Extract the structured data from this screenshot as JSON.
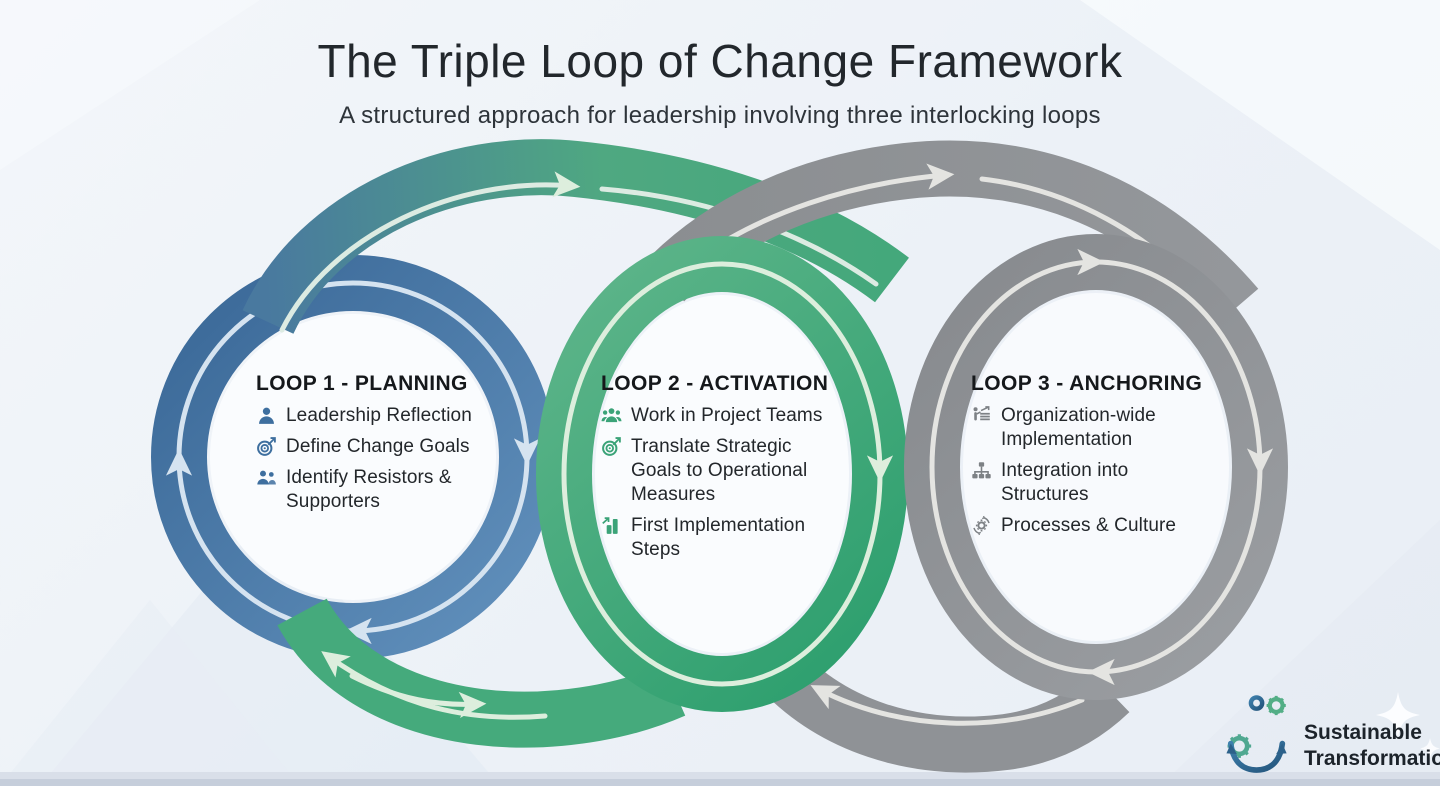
{
  "header": {
    "title": "The Triple Loop of Change Framework",
    "subtitle": "A structured approach for leadership involving three interlocking loops"
  },
  "loops": [
    {
      "title": "LOOP 1 - PLANNING",
      "accent": "#3e6f9f",
      "items": [
        {
          "icon": "user-icon",
          "lines": [
            "Leadership Reflection"
          ]
        },
        {
          "icon": "target-icon",
          "lines": [
            "Define Change Goals"
          ]
        },
        {
          "icon": "people-icon",
          "lines": [
            "Identify Resistors &",
            "Supporters"
          ]
        }
      ]
    },
    {
      "title": "LOOP 2 - ACTIVATION",
      "accent": "#3ba378",
      "items": [
        {
          "icon": "team-icon",
          "lines": [
            "Work in Project Teams"
          ]
        },
        {
          "icon": "target-icon",
          "lines": [
            "Translate Strategic",
            "Goals to Operational",
            "Measures"
          ]
        },
        {
          "icon": "bar-chart-icon",
          "lines": [
            "First Implementation",
            "Steps"
          ]
        }
      ]
    },
    {
      "title": "LOOP 3 - ANCHORING",
      "accent": "#7d8185",
      "items": [
        {
          "icon": "presenter-icon",
          "lines": [
            "Organization-wide",
            "Implementation"
          ]
        },
        {
          "icon": "sitemap-icon",
          "lines": [
            "Integration into",
            "Structures"
          ]
        },
        {
          "icon": "process-icon",
          "lines": [
            "Processes & Culture"
          ]
        }
      ]
    }
  ],
  "logo": {
    "name_line1": "Sustainable",
    "name_line2": "Transformation"
  },
  "colors": {
    "loop1_ring": "#44779f",
    "loop2_ring": "#3aa578",
    "loop3_ring": "#8f9296",
    "flow_line_blue": "#d5e3f0",
    "flow_line_green": "#ddeedd",
    "flow_line_gray": "#e4e4e1",
    "background": "#eef2f8"
  }
}
